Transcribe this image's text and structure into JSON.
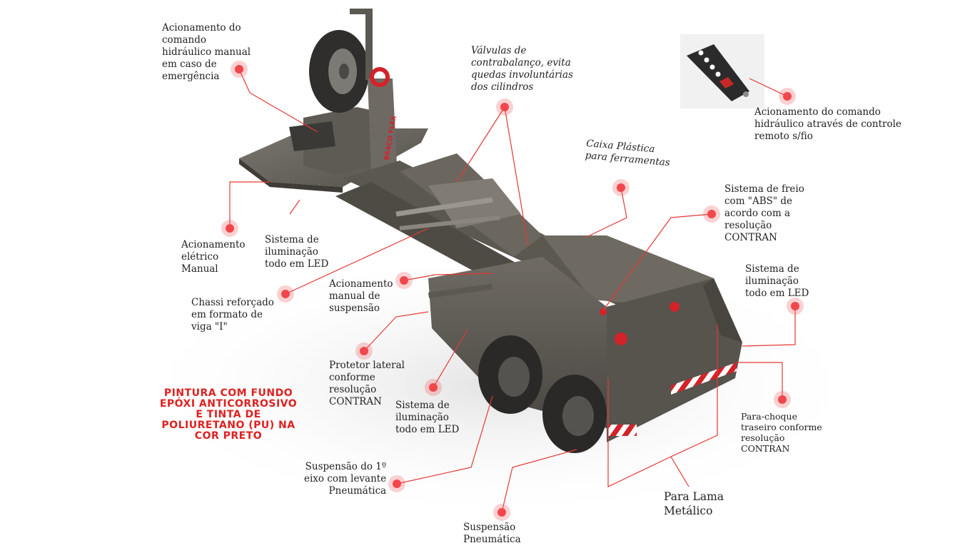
{
  "labels": {
    "emergency_hydraulic": "Acionamento do\ncomando\nhidráulico manual\nem caso de\nemergência",
    "counterbalance_valves": "Válvulas de\ncontrabalanço, evita\nquedas involuntárias\ndos cilindros",
    "remote_control": "Acionamento do comando\nhidráulico através de controle\nremoto s/fio",
    "toolbox": "Caixa Plástica\npara ferramentas",
    "abs_brake": "Sistema de freio\ncom \"ABS\" de\nacordo com a\nresolução\nCONTRAN",
    "electric_manual": "Acionamento\n elétrico\nManual",
    "led_front": "Sistema de\niluminação\ntodo em LED",
    "chassis": "Chassi reforçado\nem formato de\nviga \"I\"",
    "manual_suspension": "Acionamento\nmanual de\nsuspensão",
    "led_rear_right": "Sistema de\niluminação\ntodo em LED",
    "side_protector": "Protetor lateral\nconforme\nresolução\nCONTRAN",
    "led_rear_left": "Sistema de\niluminação\ntodo em LED",
    "rear_bumper": "Para-choque\ntraseiro conforme\nresolução\nCONTRAN",
    "axle_lift": "Suspensão do 1º\neixo com levante\nPneumática",
    "mudguard": "Para Lama\nMetálico",
    "pneumatic_suspension": "Suspensão\nPneumática"
  },
  "paint_note": "PINTURA COM FUNDO\nEPÓXI ANTICORROSIVO\nE TINTA DE\nPOLIURETANO (PU) NA\nCOR PRETO",
  "product_marking": "BRAÇO FLEX",
  "colors": {
    "marker": "#f0474c",
    "leader_line": "#e53935",
    "paint_note": "#e02020",
    "body_dark": "#55524c",
    "body_mid": "#6c6962",
    "accent_red": "#d3222a"
  }
}
